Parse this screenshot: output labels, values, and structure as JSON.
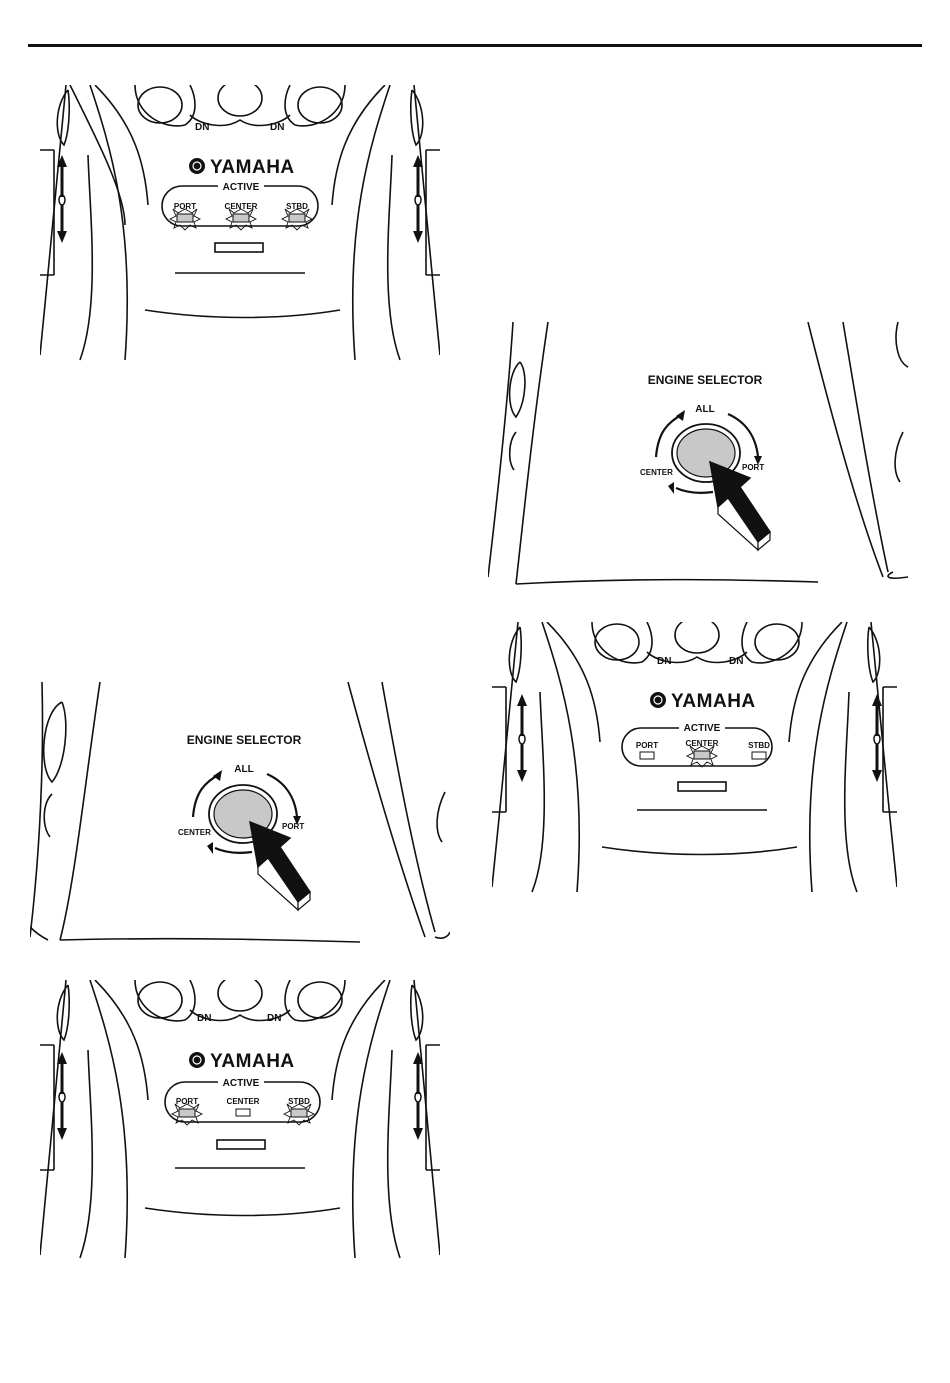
{
  "panels": [
    {
      "brand": "YAMAHA",
      "active_label": "ACTIVE",
      "dn_labels": [
        "DN",
        "DN"
      ],
      "lamps": [
        {
          "label": "PORT",
          "lit": true
        },
        {
          "label": "CENTER",
          "lit": true
        },
        {
          "label": "STBD",
          "lit": true
        }
      ]
    },
    {
      "brand": "YAMAHA",
      "active_label": "ACTIVE",
      "dn_labels": [
        "DN",
        "DN"
      ],
      "lamps": [
        {
          "label": "PORT",
          "lit": false
        },
        {
          "label": "CENTER",
          "lit": true
        },
        {
          "label": "STBD",
          "lit": false
        }
      ]
    },
    {
      "brand": "YAMAHA",
      "active_label": "ACTIVE",
      "dn_labels": [
        "DN",
        "DN"
      ],
      "lamps": [
        {
          "label": "PORT",
          "lit": true
        },
        {
          "label": "CENTER",
          "lit": false
        },
        {
          "label": "STBD",
          "lit": true
        }
      ]
    }
  ],
  "selectors": [
    {
      "title": "ENGINE SELECTOR",
      "all": "ALL",
      "center": "CENTER",
      "port": "PORT"
    },
    {
      "title": "ENGINE SELECTOR",
      "all": "ALL",
      "center": "CENTER",
      "port": "PORT"
    }
  ]
}
